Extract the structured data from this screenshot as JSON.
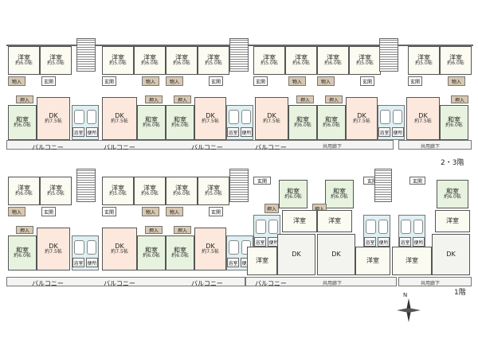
{
  "labels": {
    "western": "洋室",
    "japanese": "和室",
    "dk": "DK",
    "size5": "約5.0帖",
    "size6": "約6.0帖",
    "size75": "約7.5帖",
    "closet": "押入",
    "storage": "物入",
    "entrance": "玄関",
    "bath": "浴室",
    "toilet": "便所",
    "balcony": "バルコニー",
    "corridor": "共用廊下"
  },
  "floors": {
    "upper": "2・3階",
    "ground": "1階"
  },
  "compass": {
    "north": "N"
  }
}
